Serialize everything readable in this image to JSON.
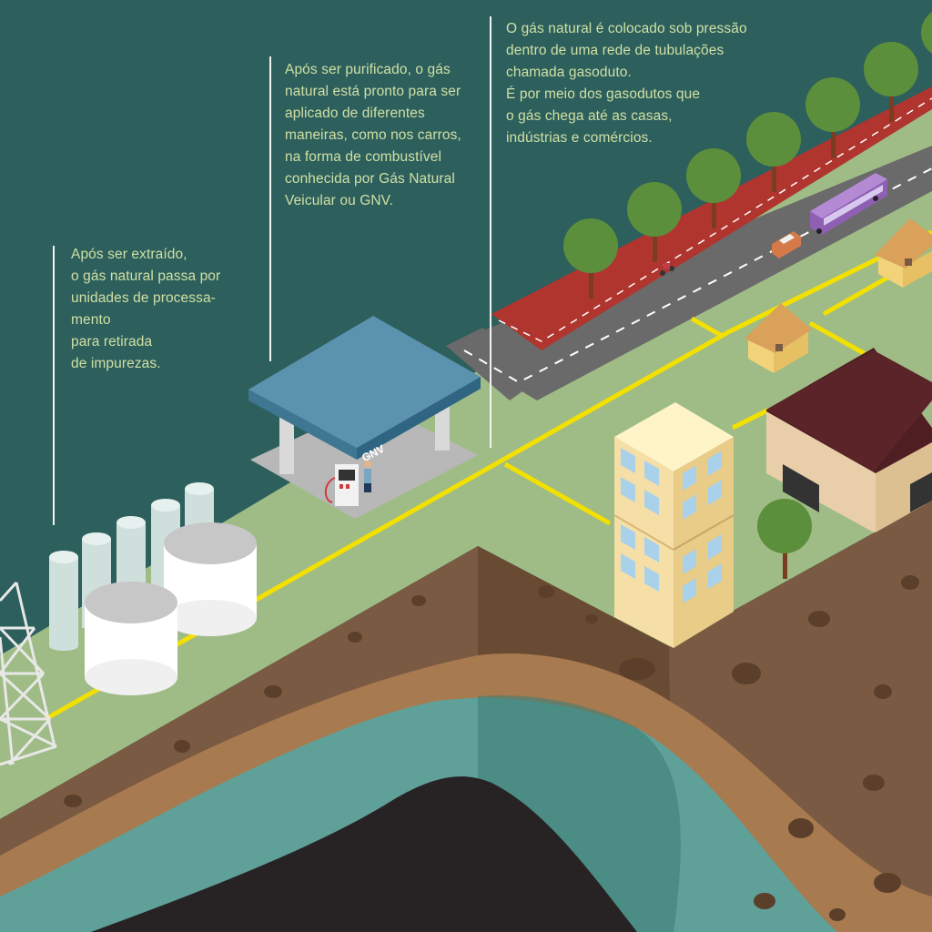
{
  "annotations": {
    "processing": "Após ser extraído,\no gás natural passa por\nunidades de processa-\nmento\npara retirada\nde impurezas.",
    "gnv": "Após ser purificado, o gás\nnatural está pronto para ser\naplicado de diferentes\nmaneiras, como nos carros,\nna forma de combustível\nconhecida por Gás Natural\nVeicular ou GNV.",
    "pipeline": "O gás natural é colocado sob pressão\ndentro de uma rede de tubulações\nchamada gasoduto.\nÉ por meio dos gasodutos que\no gás chega até as casas,\nindústrias e comércios."
  },
  "station_sign": "GNV",
  "colors": {
    "background": "#2d5f5d",
    "ground": "#9fbc86",
    "pipeline": "#f4e000",
    "soil": "#7a5a42",
    "clay": "#a87a4f",
    "water": "#5fa099",
    "gas_reservoir": "#272325",
    "annotation_text": "#cfe0a4"
  }
}
